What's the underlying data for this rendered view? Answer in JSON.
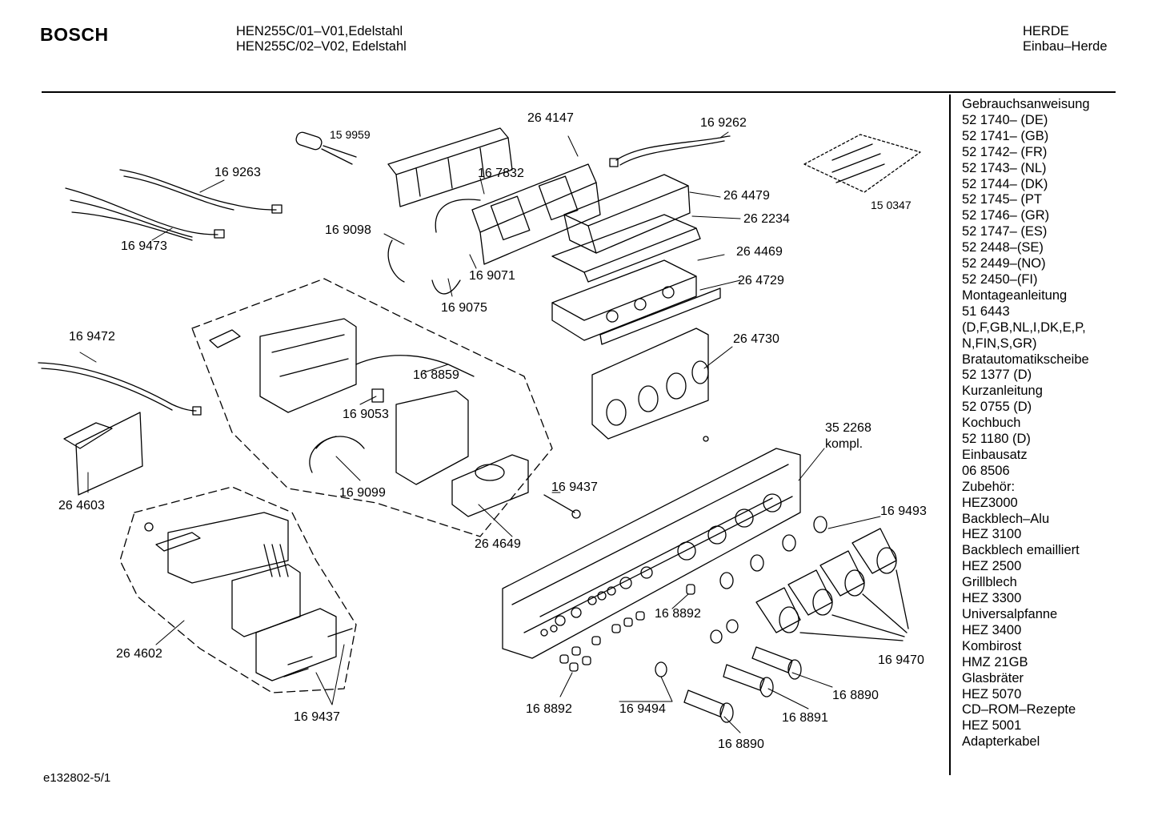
{
  "header": {
    "brand": "BOSCH",
    "model_lines": [
      "HEN255C/01–V01,Edelstahl",
      "HEN255C/02–V02, Edelstahl"
    ],
    "category_lines": [
      "HERDE",
      "Einbau–Herde"
    ]
  },
  "sidebar": {
    "lines": [
      "Gebrauchsanweisung",
      "52 1740– (DE)",
      "52 1741– (GB)",
      "52 1742– (FR)",
      "52 1743– (NL)",
      "52 1744– (DK)",
      "52 1745– (PT",
      "52 1746– (GR)",
      "52 1747– (ES)",
      "52 2448–(SE)",
      "52 2449–(NO)",
      "52 2450–(FI)",
      "Montageanleitung",
      "51 6443",
      "(D,F,GB,NL,I,DK,E,P,",
      "N,FIN,S,GR)",
      "Bratautomatikscheibe",
      "52 1377 (D)",
      "Kurzanleitung",
      "52 0755 (D)",
      "Kochbuch",
      "52 1180 (D)",
      "Einbausatz",
      "06 8506",
      "Zubehör:",
      "HEZ3000",
      "Backblech–Alu",
      "HEZ 3100",
      "Backblech emailliert",
      "HEZ 2500",
      "Grillblech",
      "HEZ 3300",
      "Universalpfanne",
      "HEZ 3400",
      "Kombirost",
      "HMZ 21GB",
      "Glasbräter",
      "HEZ 5070",
      "CD–ROM–Rezepte",
      "HEZ 5001",
      "Adapterkabel"
    ]
  },
  "part_labels": [
    "15 9959",
    "26 4147",
    "16 9262",
    "16 9263",
    "16 7832",
    "26 4479",
    "26 2234",
    "15 0347",
    "16 9473",
    "16 9098",
    "26 4469",
    "16 9071",
    "26 4729",
    "16 9075",
    "16 9472",
    "26 4730",
    "16 8859",
    "16 9053",
    "35 2268",
    "kompl.",
    "16 9099",
    "16 9437",
    "26 4603",
    "16 9493",
    "26 4649",
    "16 8892",
    "16 9470",
    "26 4602",
    "16 8892",
    "16 8890",
    "16 9494",
    "16 8891",
    "16 9437",
    "16 8890"
  ],
  "footer": {
    "code": "e132802-5/1"
  }
}
